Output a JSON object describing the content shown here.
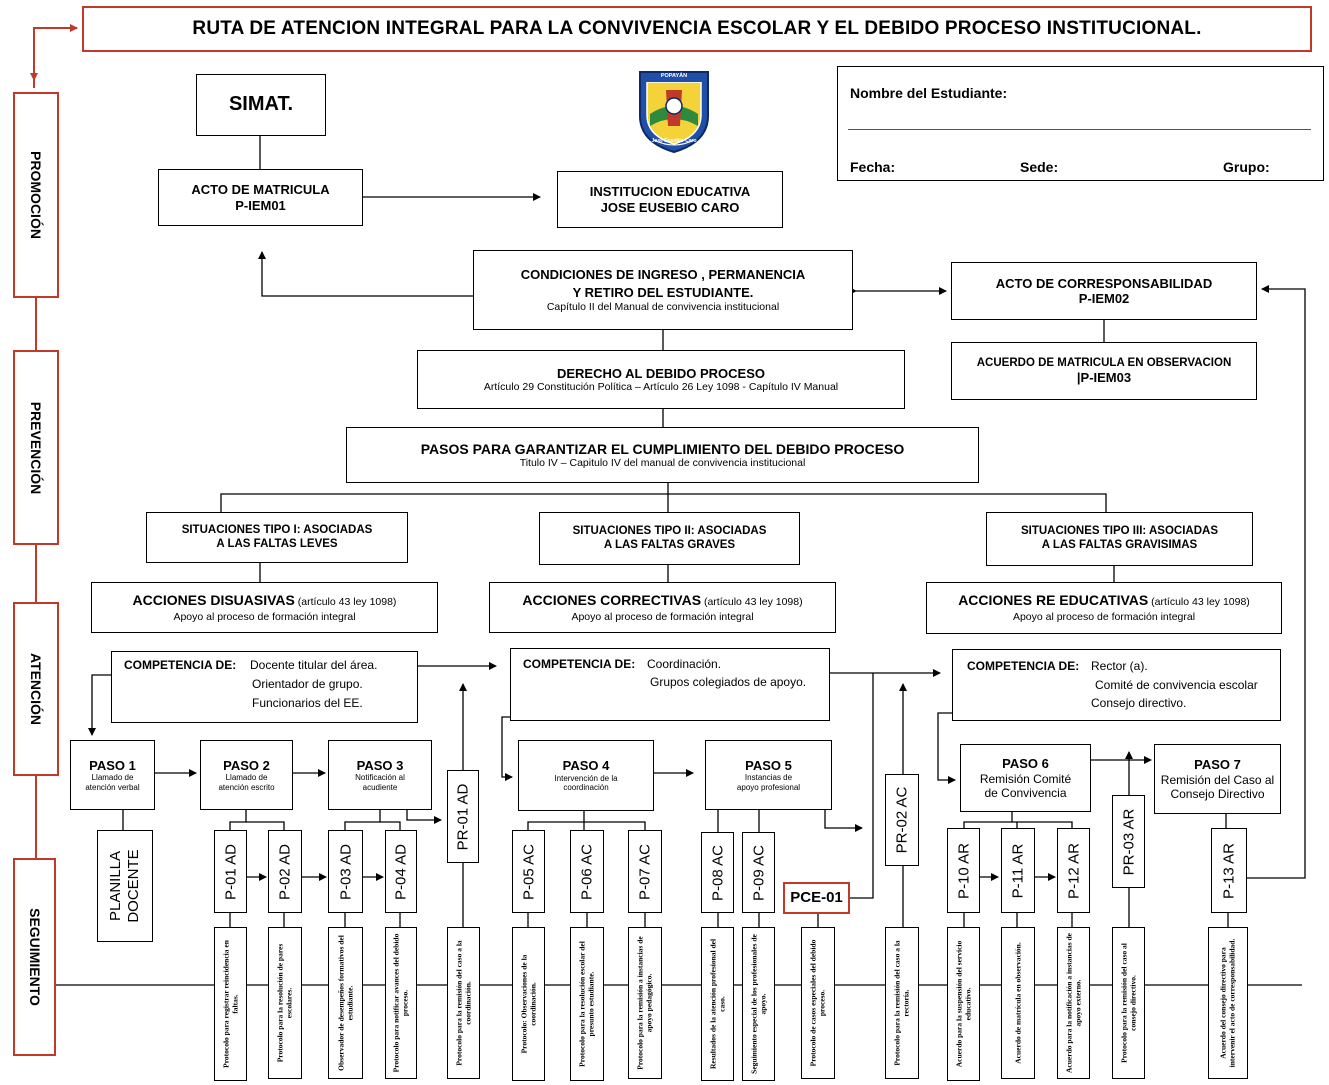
{
  "title": "RUTA DE ATENCION INTEGRAL PARA LA CONVIVENCIA ESCOLAR Y EL DEBIDO PROCESO INSTITUCIONAL.",
  "phases": [
    "PROMOCIÓN",
    "PREVENCIÓN",
    "ATENCIÓN",
    "SEGUIMIENTO"
  ],
  "simat": "SIMAT.",
  "acto_matricula": {
    "title": "ACTO DE MATRICULA",
    "code": "P-IEM01"
  },
  "institucion": {
    "line1": "INSTITUCION EDUCATIVA",
    "line2": "JOSE EUSEBIO CARO"
  },
  "logo": {
    "banner": "POPAYÁN",
    "footer": "Jose Eusebio Caro"
  },
  "form": {
    "nombre": "Nombre del Estudiante:",
    "fecha": "Fecha:",
    "sede": "Sede:",
    "grupo": "Grupo:"
  },
  "condiciones": {
    "line1": "CONDICIONES DE INGRESO , PERMANENCIA",
    "line2": "Y RETIRO DEL ESTUDIANTE.",
    "note": "Capítulo II del Manual de convivencia institucional"
  },
  "corresponsabilidad": {
    "title": "ACTO DE CORRESPONSABILIDAD",
    "code": "P-IEM02"
  },
  "acuerdo_observacion": {
    "title": "ACUERDO DE MATRICULA EN OBSERVACION",
    "code": "|P-IEM03"
  },
  "debido_proceso": {
    "title": "DERECHO AL DEBIDO PROCESO",
    "note": "Artículo 29 Constitución Política – Artículo 26 Ley 1098 - Capítulo IV Manual"
  },
  "pasos_garantizar": {
    "title": "PASOS PARA GARANTIZAR EL CUMPLIMIENTO DEL DEBIDO PROCESO",
    "note": "Titulo IV – Capitulo IV del manual de convivencia institucional"
  },
  "situaciones": [
    {
      "line1": "SITUACIONES TIPO I: ASOCIADAS",
      "line2": "A LAS FALTAS LEVES"
    },
    {
      "line1": "SITUACIONES TIPO II: ASOCIADAS",
      "line2": "A LAS  FALTAS GRAVES"
    },
    {
      "line1": "SITUACIONES TIPO III: ASOCIADAS",
      "line2": "A LAS FALTAS GRAVISIMAS"
    }
  ],
  "acciones": [
    {
      "title": "ACCIONES DISUASIVAS",
      "ref": " (artículo 43 ley 1098)",
      "note": "Apoyo al proceso de formación integral"
    },
    {
      "title": "ACCIONES CORRECTIVAS",
      "ref": " (artículo 43 ley 1098)",
      "note": "Apoyo al proceso de formación integral"
    },
    {
      "title": "ACCIONES RE EDUCATIVAS",
      "ref": " (artículo 43 ley 1098)",
      "note": "Apoyo al proceso de formación integral"
    }
  ],
  "competencia_label": "COMPETENCIA DE:",
  "competencias": [
    [
      "Docente titular del área.",
      "Orientador de grupo.",
      "Funcionarios del EE."
    ],
    [
      "Coordinación.",
      "Grupos colegiados de apoyo."
    ],
    [
      "Rector (a).",
      "Comité de convivencia escolar",
      "Consejo directivo."
    ]
  ],
  "pasos": [
    {
      "title": "PASO 1",
      "desc": [
        "Llamado de",
        "atención verbal"
      ]
    },
    {
      "title": "PASO 2",
      "desc": [
        "Llamado de",
        "atención escrito"
      ]
    },
    {
      "title": "PASO 3",
      "desc": [
        "Notificación al",
        "acudiente"
      ]
    },
    {
      "title": "PASO 4",
      "desc": [
        "Intervención de la",
        "coordinación"
      ]
    },
    {
      "title": "PASO 5",
      "desc": [
        "Instancias de",
        "apoyo profesional"
      ]
    },
    {
      "title": "PASO 6",
      "desc": [
        "Remisión Comité",
        "de Convivencia"
      ]
    },
    {
      "title": "PASO 7",
      "desc": [
        "Remisión del Caso al",
        "Consejo Directivo"
      ]
    }
  ],
  "planilla": {
    "line1": "PLANILLA",
    "line2": "DOCENTE"
  },
  "pce": "PCE-01",
  "codes": [
    "P-01 AD",
    "P-02 AD",
    "P-03 AD",
    "P-04 AD",
    "PR-01 AD",
    "P-05 AC",
    "P-06 AC",
    "P-07 AC",
    "P-08 AC",
    "P-09 AC",
    "PR-02 AC",
    "P-10 AR",
    "P-11 AR",
    "P-12 AR",
    "PR-03 AR",
    "P-13 AR"
  ],
  "protocols": [
    "Protocolo para registrar reincidencia en faltas.",
    "Protocolo para la resolución de pares escolares.",
    "Observador de desempeños formativos del estudiante.",
    "Protocolo para notificar avances del debido proceso.",
    "Protocolo para la remisión del caso a la coordinación.",
    "Protocolo: Observaciones de la coordinación.",
    "Protocolo para la resolución escolar del presunto estudiante.",
    "Protocolo para la remisión a instancias de apoyo pedagógico.",
    "Resultados de la atención profesional del caso.",
    "Seguimiento especial de los profesionales de apoyo.",
    "Protocolo de casos especiales del debido proceso.",
    "Protocolo para la remisión del caso a la rectoría.",
    "Acuerdo para la suspensión del servicio educativo.",
    "Acuerdo de matrícula en observación.",
    "Acuerdo para la notificación a instancias de apoyo externo.",
    "Protocolo para la remisión del caso al consejo directivo.",
    "Acuerdo del consejo directivo para intervenir el acto de corresponsabilidad."
  ]
}
